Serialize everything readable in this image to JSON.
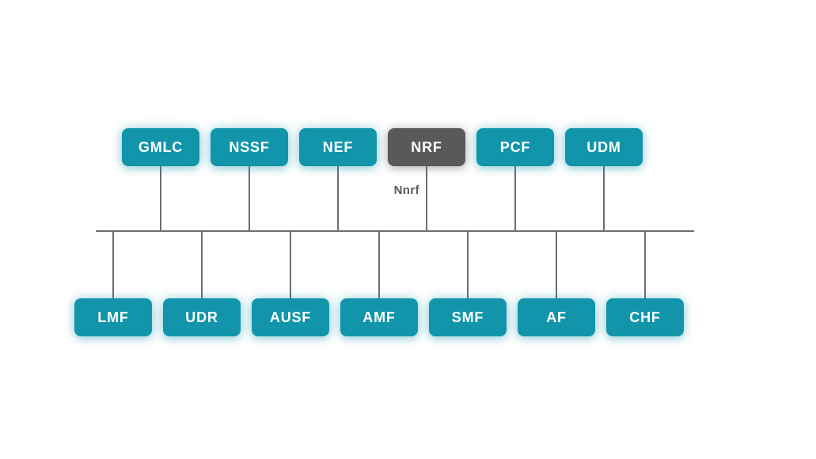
{
  "diagram": {
    "interface_label": "Nnrf",
    "top_row": [
      {
        "label": "GMLC",
        "variant": "teal"
      },
      {
        "label": "NSSF",
        "variant": "teal"
      },
      {
        "label": "NEF",
        "variant": "teal"
      },
      {
        "label": "NRF",
        "variant": "dark"
      },
      {
        "label": "PCF",
        "variant": "teal"
      },
      {
        "label": "UDM",
        "variant": "teal"
      }
    ],
    "bottom_row": [
      {
        "label": "LMF",
        "variant": "teal"
      },
      {
        "label": "UDR",
        "variant": "teal"
      },
      {
        "label": "AUSF",
        "variant": "teal"
      },
      {
        "label": "AMF",
        "variant": "teal"
      },
      {
        "label": "SMF",
        "variant": "teal"
      },
      {
        "label": "AF",
        "variant": "teal"
      },
      {
        "label": "CHF",
        "variant": "teal"
      }
    ],
    "colors": {
      "teal": "#1295aa",
      "dark": "#58595b",
      "line": "#6d6e71",
      "node_text": "#ffffff",
      "interface_label_text": "#58595b",
      "background": "#ffffff"
    }
  }
}
